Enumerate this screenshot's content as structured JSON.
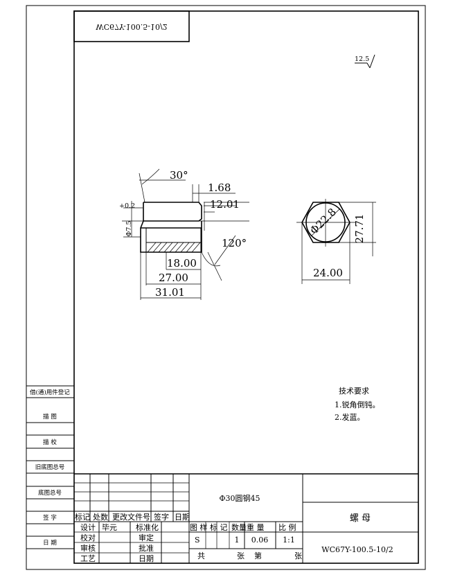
{
  "stamp": {
    "drawing_code_mirrored": "WC67Y-100.5-10/2"
  },
  "roughness": "12.5",
  "part": {
    "name": "螺 母",
    "material": "Φ30圆钢45",
    "code": "WC67Y-100.5-10/2"
  },
  "dimensions": {
    "angle_chamfer": "30°",
    "angle_thread": "120°",
    "d_1_68": "1.68",
    "d_12_01": "12.01",
    "d_18": "18.00",
    "d_27": "27.00",
    "d_31_01": "31.01",
    "thread": "+0.2",
    "bore": "Φ7.5",
    "circle": "Φ22.8",
    "hex_flats": "27.71",
    "hex_width": "24.00"
  },
  "tech_requirements": {
    "title": "技术要求",
    "items": [
      "1.锐角倒钝。",
      "2.发蓝。"
    ]
  },
  "left_strip": [
    "借(通)用件登记",
    "描 图",
    "描 校",
    "旧底图总号",
    "底图总号",
    "签 字",
    "日 期"
  ],
  "revision_headers": [
    "标记",
    "处数",
    "更改文件号",
    "签字",
    "日期"
  ],
  "approval": {
    "left": [
      "设计",
      "校对",
      "审核",
      "工艺"
    ],
    "mid_left": [
      "毕元",
      "",
      "",
      ""
    ],
    "right": [
      "标准化",
      "审定",
      "批准",
      "日期"
    ]
  },
  "info_headers": [
    "图 样 标 记",
    "数量",
    "重 量",
    "比 例"
  ],
  "info_values": {
    "mark": "S",
    "quantity": "1",
    "weight": "0.06",
    "scale": "1:1"
  },
  "sheet_labels": [
    "共",
    "张",
    "第",
    "张"
  ]
}
